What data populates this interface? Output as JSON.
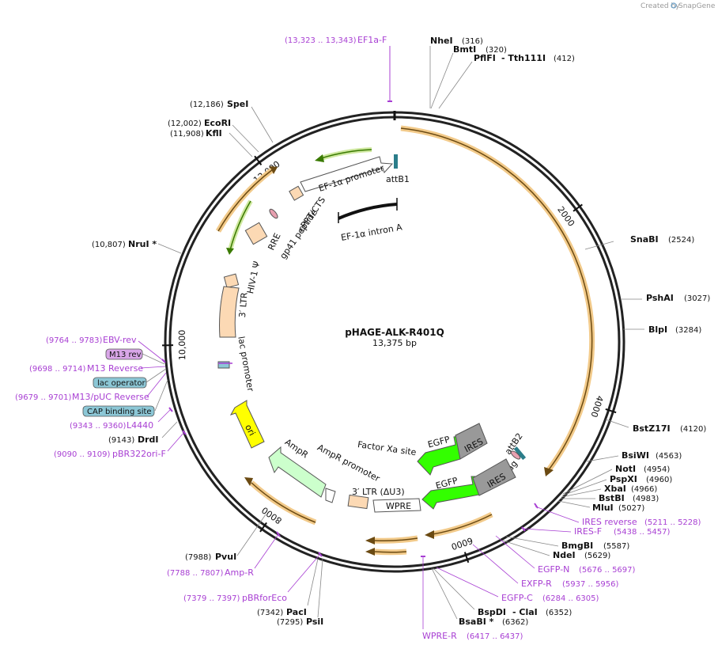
{
  "header": {
    "credit": "Created by",
    "brand": "SnapGene"
  },
  "plasmid": {
    "name": "pHAGE-ALK-R401Q",
    "size_label": "13,375 bp",
    "length": 13375
  },
  "ticks": [
    {
      "label": "2000",
      "pos": 2000
    },
    {
      "label": "4000",
      "pos": 4000
    },
    {
      "label": "6000",
      "pos": 6000
    },
    {
      "label": "8000",
      "pos": 8000
    },
    {
      "label": "10,000",
      "pos": 10000
    },
    {
      "label": "12,000",
      "pos": 12000
    }
  ],
  "enzymes": [
    {
      "name": "NheI",
      "pos": "(316)"
    },
    {
      "name": "BmtI",
      "pos": "(320)"
    },
    {
      "name": "PflFI",
      "extra": "- Tth111I",
      "pos": "(412)"
    },
    {
      "name": "SnaBI",
      "pos": "(2524)"
    },
    {
      "name": "PshAI",
      "pos": "(3027)"
    },
    {
      "name": "BlpI",
      "pos": "(3284)"
    },
    {
      "name": "BstZ17I",
      "pos": "(4120)"
    },
    {
      "name": "BsiWI",
      "pos": "(4563)"
    },
    {
      "name": "NotI",
      "pos": "(4954)"
    },
    {
      "name": "PspXI",
      "pos": "(4960)"
    },
    {
      "name": "XbaI",
      "pos": "(4966)"
    },
    {
      "name": "BstBI",
      "pos": "(4983)"
    },
    {
      "name": "MluI",
      "pos": "(5027)"
    },
    {
      "name": "BmgBI",
      "pos": "(5587)"
    },
    {
      "name": "NdeI",
      "pos": "(5629)"
    },
    {
      "name": "BspDI",
      "extra": "- ClaI",
      "pos": "(6352)"
    },
    {
      "name": "BsaBI *",
      "pos": "(6362)"
    },
    {
      "name": "PacI",
      "pos": "(7342)"
    },
    {
      "name": "PsiI",
      "pos": "(7295)"
    },
    {
      "name": "PvuI",
      "pos": "(7988)"
    },
    {
      "name": "DrdI",
      "pos": "(9143)"
    },
    {
      "name": "NruI *",
      "pos": "(10,807)"
    },
    {
      "name": "KflI",
      "pos": "(11,908)"
    },
    {
      "name": "EcoRI",
      "pos": "(12,002)"
    },
    {
      "name": "SpeI",
      "pos": "(12,186)"
    }
  ],
  "primers": [
    {
      "name": "EF1a-F",
      "pos": "(13,323 .. 13,343)"
    },
    {
      "name": "IRES reverse",
      "pos": "(5211 .. 5228)"
    },
    {
      "name": "IRES-F",
      "pos": "(5438 .. 5457)"
    },
    {
      "name": "EGFP-N",
      "pos": "(5676 .. 5697)"
    },
    {
      "name": "EXFP-R",
      "pos": "(5937 .. 5956)"
    },
    {
      "name": "EGFP-C",
      "pos": "(6284 .. 6305)"
    },
    {
      "name": "WPRE-R",
      "pos": "(6417 .. 6437)"
    },
    {
      "name": "pBRforEco",
      "pos": "(7379 .. 7397)"
    },
    {
      "name": "Amp-R",
      "pos": "(7788 .. 7807)"
    },
    {
      "name": "pBR322ori-F",
      "pos": "(9090 .. 9109)"
    },
    {
      "name": "L4440",
      "pos": "(9343 .. 9360)"
    },
    {
      "name": "M13/pUC Reverse",
      "pos": "(9679 .. 9701)"
    },
    {
      "name": "M13 Reverse",
      "pos": "(9698 .. 9714)"
    },
    {
      "name": "EBV-rev",
      "pos": "(9764 .. 9783)"
    }
  ],
  "boxed_features": [
    {
      "name": "M13 rev",
      "color": "#d9a6e8"
    },
    {
      "name": "lac operator",
      "color": "#8cc7d6"
    },
    {
      "name": "CAP binding site",
      "color": "#8cc7d6"
    }
  ],
  "features": {
    "ef1a_promoter": "EF-1α promoter",
    "attb1": "attB1",
    "ef1a_intron": "EF-1α intron A",
    "cppt": "cPPT/CTS",
    "rre": "RRE",
    "gp41": "gp41 peptide",
    "hiv_psi": "HIV-1 Ψ",
    "ltr3": "3′ LTR",
    "lac_promoter": "lac promoter",
    "ori": "ori",
    "ampr": "AmpR",
    "ampr_promoter": "AmpR promoter",
    "ltr_du3": "3′ LTR (ΔU3)",
    "wpre": "WPRE",
    "factor_xa": "Factor Xa site",
    "egfp1": "EGFP",
    "ires1": "IRES",
    "attb2": "attB2",
    "v5": "V5 tag",
    "egfp2": "EGFP",
    "ires2": "IRES"
  },
  "colors": {
    "orf_fill": "#f2ca8a",
    "orf_line": "#6b4a12",
    "egfp": "#33ff00",
    "ires": "#999999",
    "ampr": "#ccffcc",
    "ori": "#ffff00",
    "ltr": "#fcd9b4",
    "promoter_green": "#55aa00",
    "primer": "#a83fd3"
  }
}
